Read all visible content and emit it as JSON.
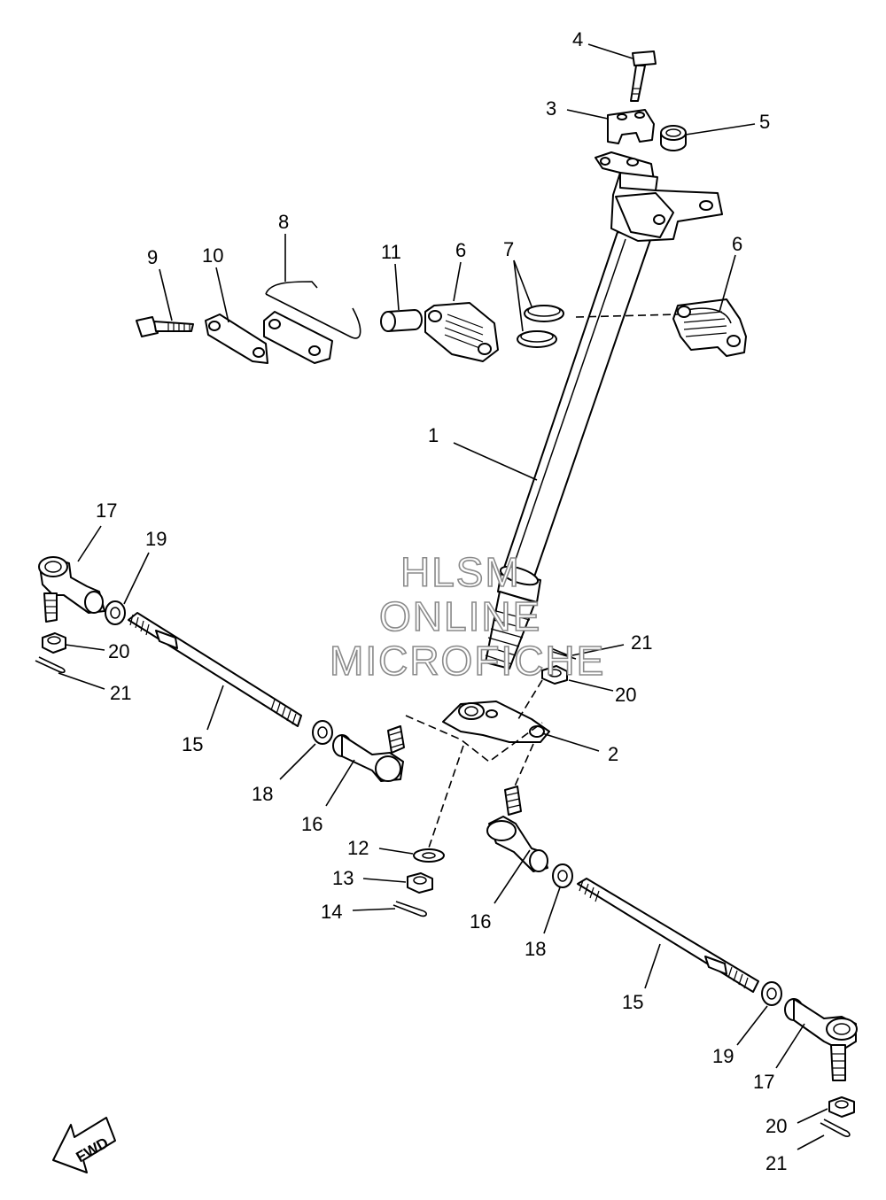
{
  "watermark": {
    "line1": "HLSM",
    "line2": "ONLINE",
    "line3": "MICROFICHE"
  },
  "fwd_label": "FWD",
  "callouts": [
    {
      "id": "c1",
      "text": "1"
    },
    {
      "id": "c2",
      "text": "2"
    },
    {
      "id": "c3",
      "text": "3"
    },
    {
      "id": "c4",
      "text": "4"
    },
    {
      "id": "c5",
      "text": "5"
    },
    {
      "id": "c6a",
      "text": "6"
    },
    {
      "id": "c6b",
      "text": "6"
    },
    {
      "id": "c7",
      "text": "7"
    },
    {
      "id": "c8",
      "text": "8"
    },
    {
      "id": "c9",
      "text": "9"
    },
    {
      "id": "c10",
      "text": "10"
    },
    {
      "id": "c11",
      "text": "11"
    },
    {
      "id": "c12",
      "text": "12"
    },
    {
      "id": "c13",
      "text": "13"
    },
    {
      "id": "c14",
      "text": "14"
    },
    {
      "id": "c15a",
      "text": "15"
    },
    {
      "id": "c15b",
      "text": "15"
    },
    {
      "id": "c16a",
      "text": "16"
    },
    {
      "id": "c16b",
      "text": "16"
    },
    {
      "id": "c17a",
      "text": "17"
    },
    {
      "id": "c17b",
      "text": "17"
    },
    {
      "id": "c18a",
      "text": "18"
    },
    {
      "id": "c18b",
      "text": "18"
    },
    {
      "id": "c19a",
      "text": "19"
    },
    {
      "id": "c19b",
      "text": "19"
    },
    {
      "id": "c20a",
      "text": "20"
    },
    {
      "id": "c20b",
      "text": "20"
    },
    {
      "id": "c20c",
      "text": "20"
    },
    {
      "id": "c21a",
      "text": "21"
    },
    {
      "id": "c21b",
      "text": "21"
    },
    {
      "id": "c21c",
      "text": "21"
    }
  ]
}
